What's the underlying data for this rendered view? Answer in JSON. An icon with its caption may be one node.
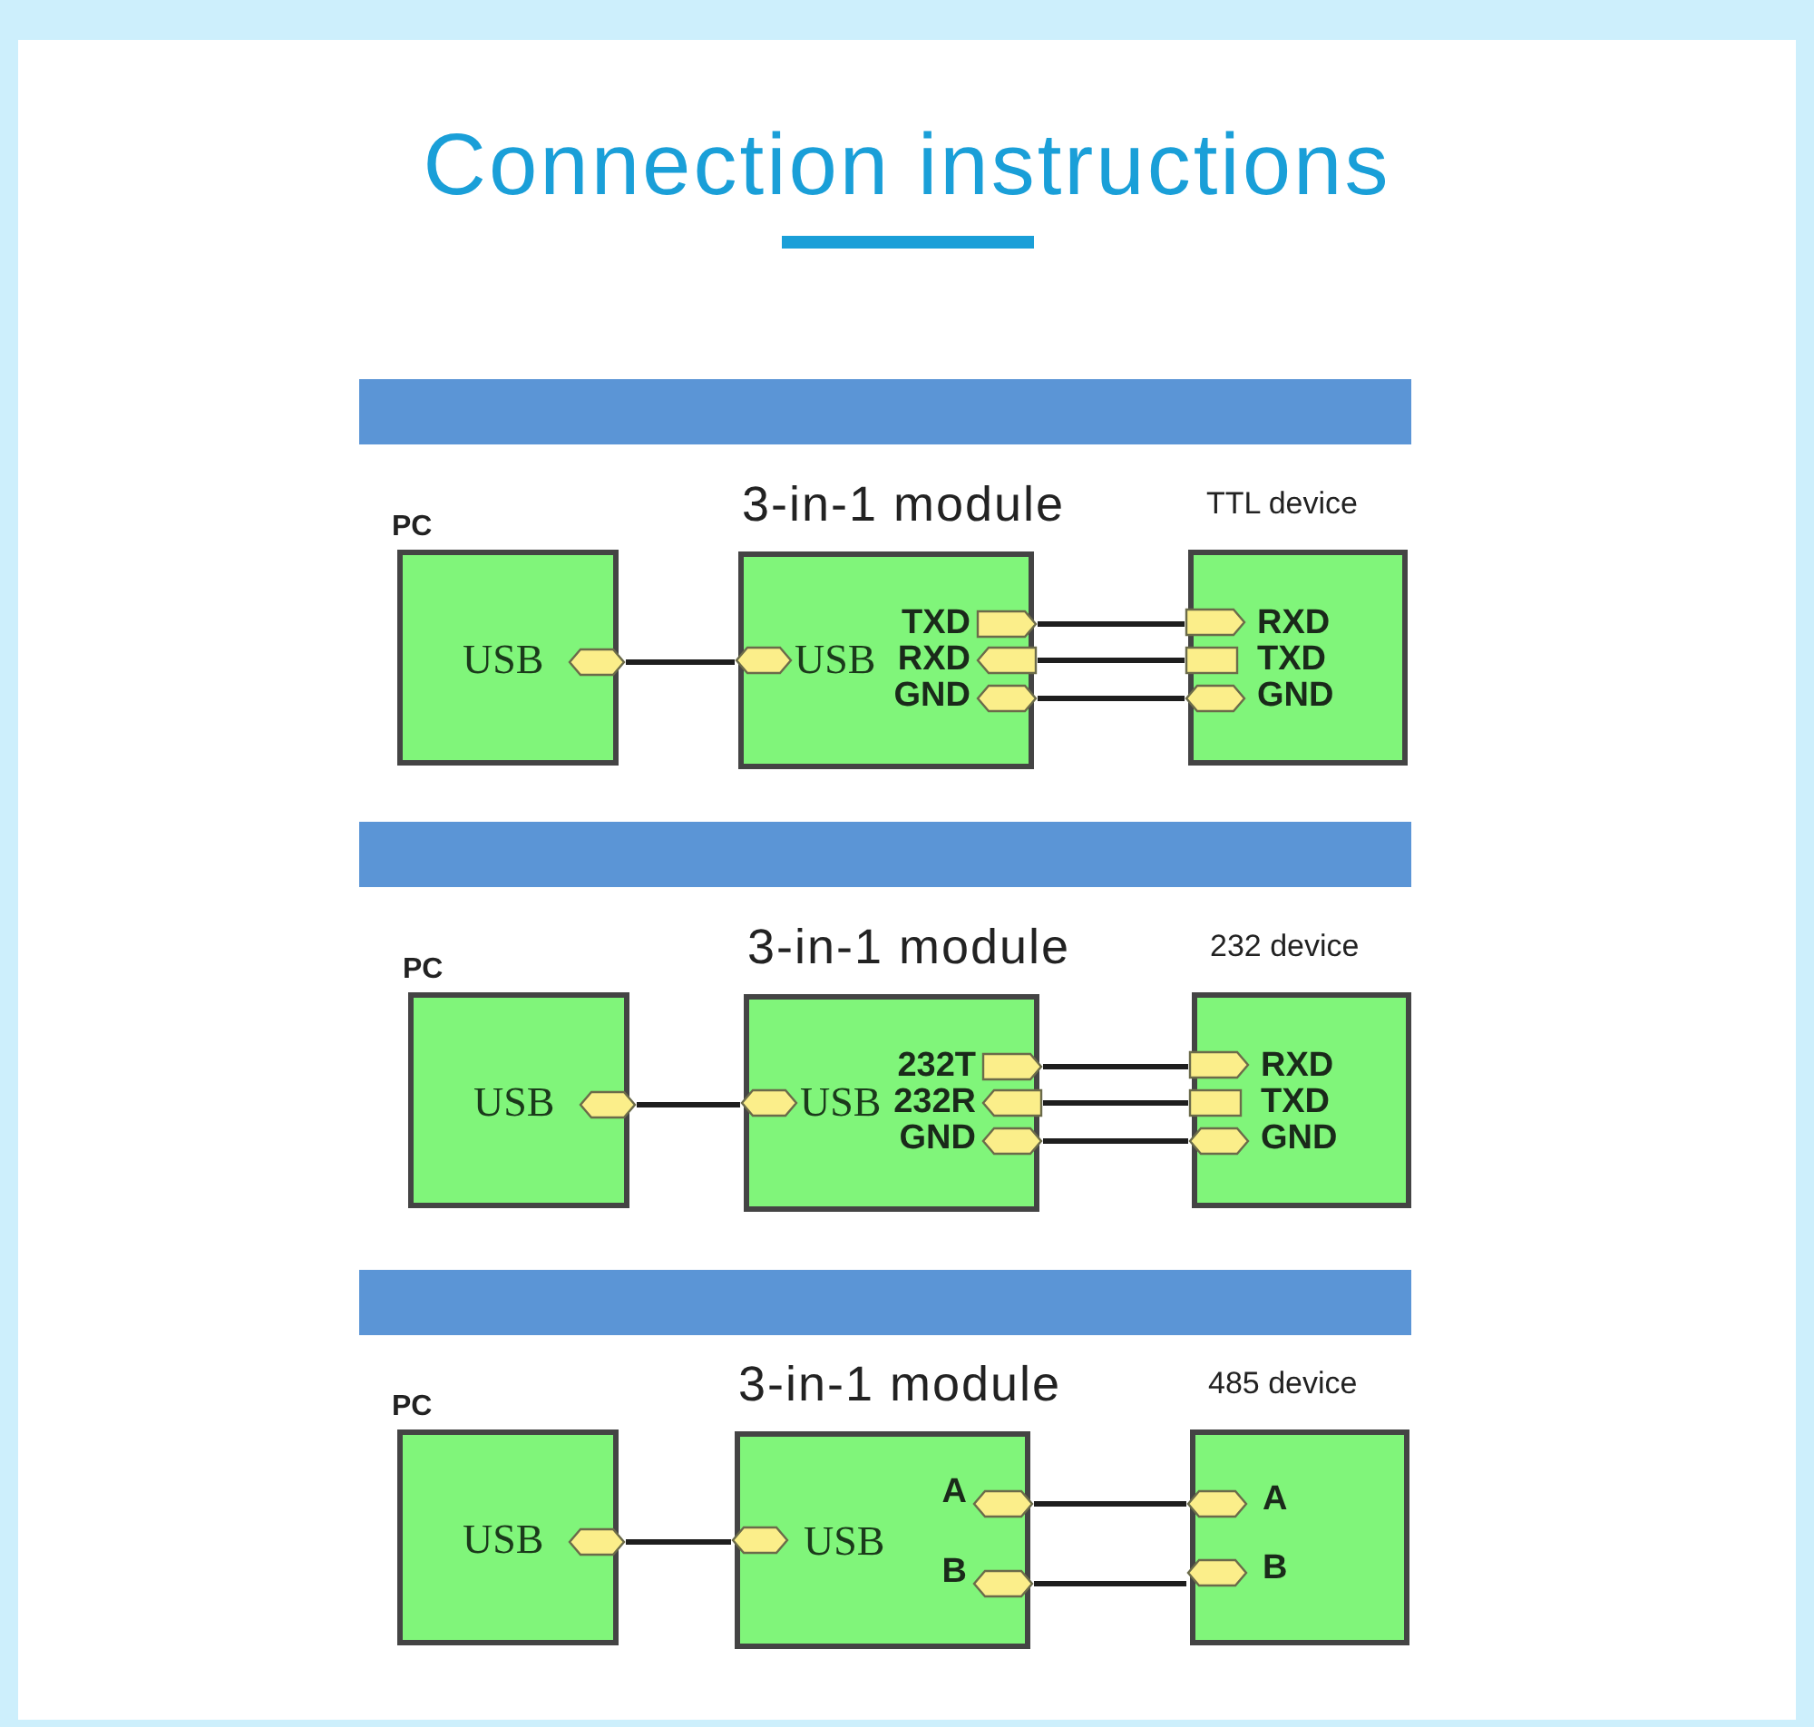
{
  "diagram": {
    "title": "Connection instructions",
    "nodes": [
      {
        "text": [],
        "shape": "bar"
      },
      {
        "text": [
          "PC",
          "USB"
        ]
      },
      {
        "text": [],
        "shape": "hexagon",
        "in": 1
      },
      {
        "text": [
          "3-in-1 module",
          "USB",
          "TXD",
          "RXD",
          "GND"
        ]
      },
      {
        "text": [],
        "shape": "hexagon",
        "in": 3
      },
      {
        "text": [],
        "shape": "pentagon",
        "in": 3
      },
      {
        "text": [],
        "shape": "pentagon",
        "in": 3
      },
      {
        "text": [],
        "shape": "hexagon",
        "in": 3
      },
      {
        "text": [
          "TTL device",
          "RXD",
          "TXD",
          "GND"
        ]
      },
      {
        "text": [],
        "shape": "pentagon",
        "in": 8
      },
      {
        "text": [],
        "shape": "box",
        "in": 8
      },
      {
        "text": [],
        "shape": "hexagon",
        "in": 8
      },
      {
        "text": [],
        "shape": "bar"
      },
      {
        "text": [
          "PC",
          "USB"
        ]
      },
      {
        "text": [],
        "shape": "hexagon",
        "in": 13
      },
      {
        "text": [
          "3-in-1 module",
          "USB",
          "232T",
          "232R",
          "GND"
        ]
      },
      {
        "text": [],
        "shape": "hexagon",
        "in": 15
      },
      {
        "text": [],
        "shape": "pentagon",
        "in": 15
      },
      {
        "text": [],
        "shape": "pentagon",
        "in": 15
      },
      {
        "text": [],
        "shape": "hexagon",
        "in": 15
      },
      {
        "text": [
          "232 device",
          "RXD",
          "TXD",
          "GND"
        ]
      },
      {
        "text": [],
        "shape": "pentagon",
        "in": 20
      },
      {
        "text": [],
        "shape": "box",
        "in": 20
      },
      {
        "text": [],
        "shape": "hexagon",
        "in": 20
      },
      {
        "text": [],
        "shape": "bar"
      },
      {
        "text": [
          "PC",
          "USB"
        ]
      },
      {
        "text": [],
        "shape": "hexagon",
        "in": 25
      },
      {
        "text": [
          "3-in-1 module",
          "USB",
          "A",
          "B"
        ]
      },
      {
        "text": [],
        "shape": "hexagon",
        "in": 27
      },
      {
        "text": [],
        "shape": "hexagon",
        "in": 27
      },
      {
        "text": [],
        "shape": "hexagon",
        "in": 27
      },
      {
        "text": [
          "485 device",
          "A",
          "B"
        ]
      },
      {
        "text": [],
        "shape": "hexagon",
        "in": 31
      },
      {
        "text": [],
        "shape": "hexagon",
        "in": 31
      }
    ],
    "edges": [
      {
        "from": 2,
        "to": 4,
        "arrow": "none"
      },
      {
        "from": 5,
        "to": 9,
        "arrow": "none"
      },
      {
        "from": 6,
        "to": 10,
        "arrow": "none"
      },
      {
        "from": 7,
        "to": 11,
        "arrow": "none"
      },
      {
        "from": 14,
        "to": 16,
        "arrow": "none"
      },
      {
        "from": 17,
        "to": 21,
        "arrow": "none"
      },
      {
        "from": 18,
        "to": 22,
        "arrow": "none"
      },
      {
        "from": 19,
        "to": 23,
        "arrow": "none"
      },
      {
        "from": 26,
        "to": 28,
        "arrow": "none"
      },
      {
        "from": 29,
        "to": 32,
        "arrow": "none"
      },
      {
        "from": 30,
        "to": 33,
        "arrow": "none"
      }
    ]
  }
}
